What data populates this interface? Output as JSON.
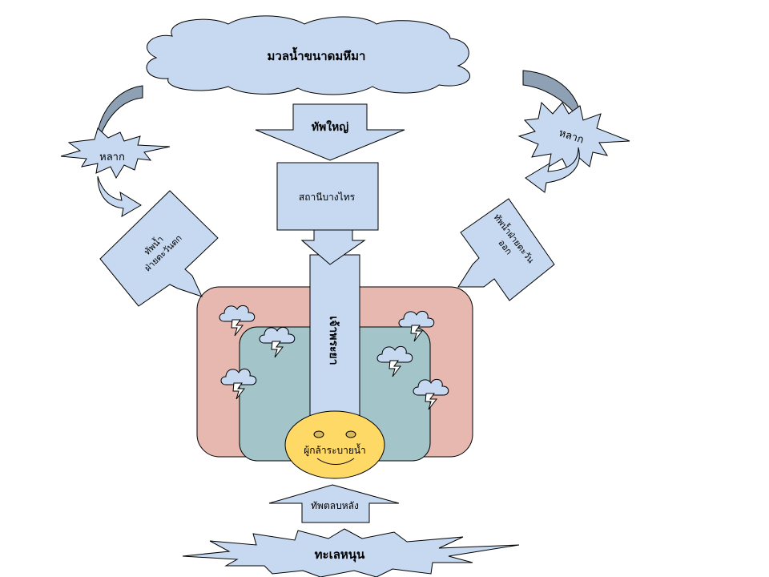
{
  "labels": {
    "cloud": "มวลน้ำขนาดมหึมา",
    "main_army": "ทัพใหญ่",
    "station": "สถานีบางไทร",
    "river": "เจ้าพระยา",
    "flood_left": "หลาก",
    "flood_right": "หลาก",
    "west_army_line1": "ทัพน้ำ",
    "west_army_line2": "ฝ่ายตะวันตก",
    "east_army_line1": "ทัพน้ำฝ่ายตะวัน",
    "east_army_line2": "ออก",
    "drainer": "ผู้กล้าระบายน้ำ",
    "rear_army": "ทัพตลบหลัง",
    "sea": "ทะเลหนุน"
  },
  "colors": {
    "light_blue": "#c6d9f1",
    "outline": "#000000",
    "dark_arrow": "#8ea0b4",
    "outer_zone": "#e6b8b0",
    "inner_zone": "#a3c4c8",
    "smiley": "#ffd966"
  },
  "icons": [
    "storm-cloud-icon",
    "storm-cloud-icon",
    "storm-cloud-icon",
    "storm-cloud-icon",
    "storm-cloud-icon",
    "storm-cloud-icon",
    "storm-cloud-icon"
  ]
}
